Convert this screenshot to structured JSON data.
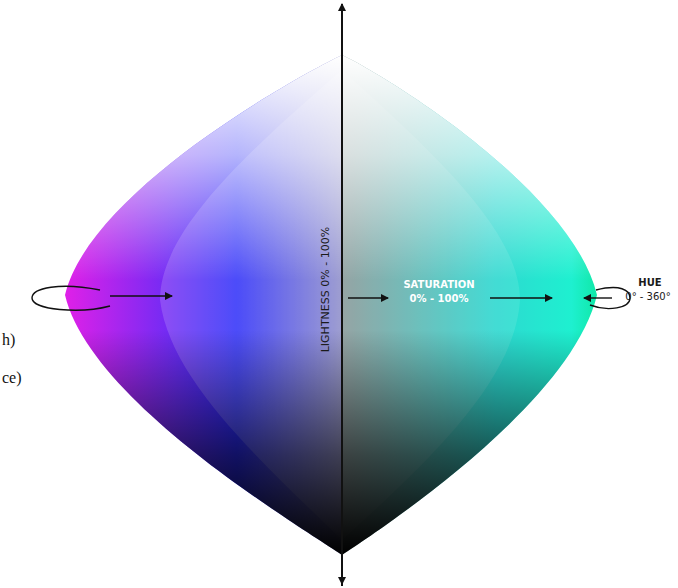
{
  "diagram": {
    "labels": [
      "LIGHTNESS 0% - 100%",
      "SATURATION",
      "0% - 100%",
      "HUE",
      "0° - 360°",
      "h)",
      "ce)"
    ]
  }
}
